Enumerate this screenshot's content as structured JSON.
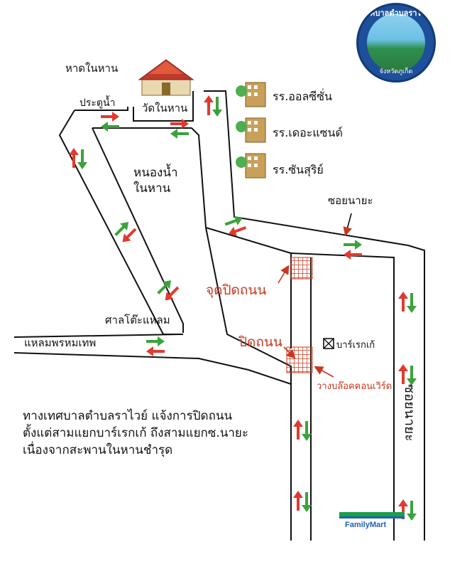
{
  "labels": {
    "beach": "หาดในหาน",
    "gate": "ประตูน้ำ",
    "temple": "วัดในหาน",
    "pond": "หนองน้ำ\nในหาน",
    "school1": "รร.ออลซีซั่น",
    "school2": "รร.เดอะแซนด์",
    "school3": "รร.ซันสุริย์",
    "soi_top": "ซอยนายะ",
    "soi_side": "ซอยนายะ",
    "sala": "ศาลโต๊ะแหลม",
    "cape": "แหลมพรหมเทพ",
    "closure_point": "จุดปิดถนน",
    "closed": "ปิดถนน",
    "barrier": "วางบล๊อคคอนเวิร์ด",
    "bar": "บาร์เรกเก้",
    "store": "FamilyMart"
  },
  "notice": [
    "ทางเทศบาลตำบลราไวย์ แจ้งการปิดถนน",
    "ตั้งแต่สามแยกบาร์เรกเก้ ถึงสามแยกซ.นายะ",
    "เนื่องจากสะพานในหานชำรุด"
  ],
  "logo": {
    "top_text": "เทศบาลตำบลราไวย์",
    "bottom_text": "จังหวัดภูเก็ต"
  },
  "icons": [
    "temple-icon",
    "hotel-icon",
    "arrow-up-red-icon",
    "arrow-down-green-icon",
    "closure-grid-icon",
    "bar-marker-icon"
  ],
  "colors": {
    "road": "#111111",
    "arrow_red": "#e03a2f",
    "arrow_green": "#3aa33a",
    "closure": "#c8381e",
    "family_green": "#1aa046",
    "family_blue": "#1f5fbf"
  }
}
